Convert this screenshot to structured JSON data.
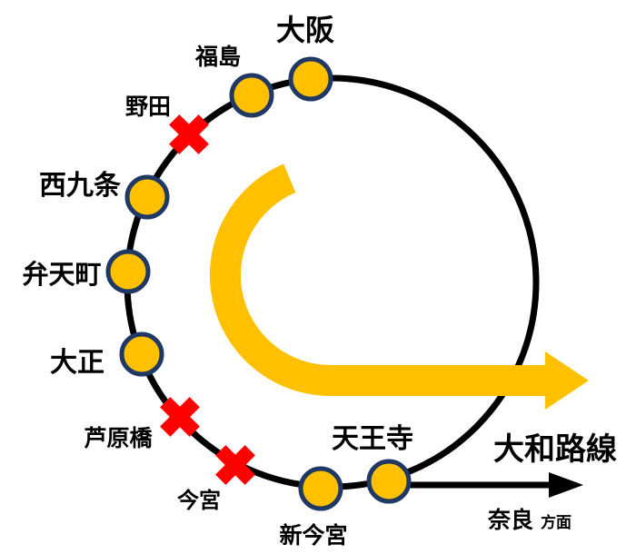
{
  "stations": [
    {
      "name": "大阪",
      "status": "open"
    },
    {
      "name": "福島",
      "status": "open"
    },
    {
      "name": "野田",
      "status": "closed"
    },
    {
      "name": "西九条",
      "status": "open"
    },
    {
      "name": "弁天町",
      "status": "open"
    },
    {
      "name": "大正",
      "status": "open"
    },
    {
      "name": "芦原橋",
      "status": "closed"
    },
    {
      "name": "今宮",
      "status": "closed"
    },
    {
      "name": "新今宮",
      "status": "open"
    },
    {
      "name": "天王寺",
      "status": "open"
    }
  ],
  "branch_line": {
    "name": "大和路線",
    "destination": "奈良",
    "direction_suffix": "方面"
  },
  "icons": {
    "closed_station_marker": "x-mark-icon",
    "inner_loop_direction": "u-turn-right-arrow-icon",
    "branch_direction": "right-arrow-icon"
  },
  "colors": {
    "loop_line": "#000000",
    "station_fill": "#FFC000",
    "station_border": "#1F3864",
    "closed_marker": "#FF0000",
    "direction_arrow": "#FFC000",
    "label_text": "#000000"
  }
}
